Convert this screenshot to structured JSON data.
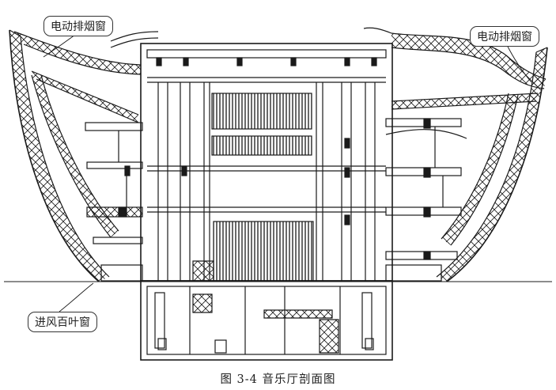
{
  "labels": {
    "smoke_window_left": "电动排烟窗",
    "smoke_window_right": "电动排烟窗",
    "louver_window": "进风百叶窗"
  },
  "caption": "图 3-4    音乐厅剖面图",
  "colors": {
    "line": "#1a1a1a",
    "background": "#ffffff"
  }
}
